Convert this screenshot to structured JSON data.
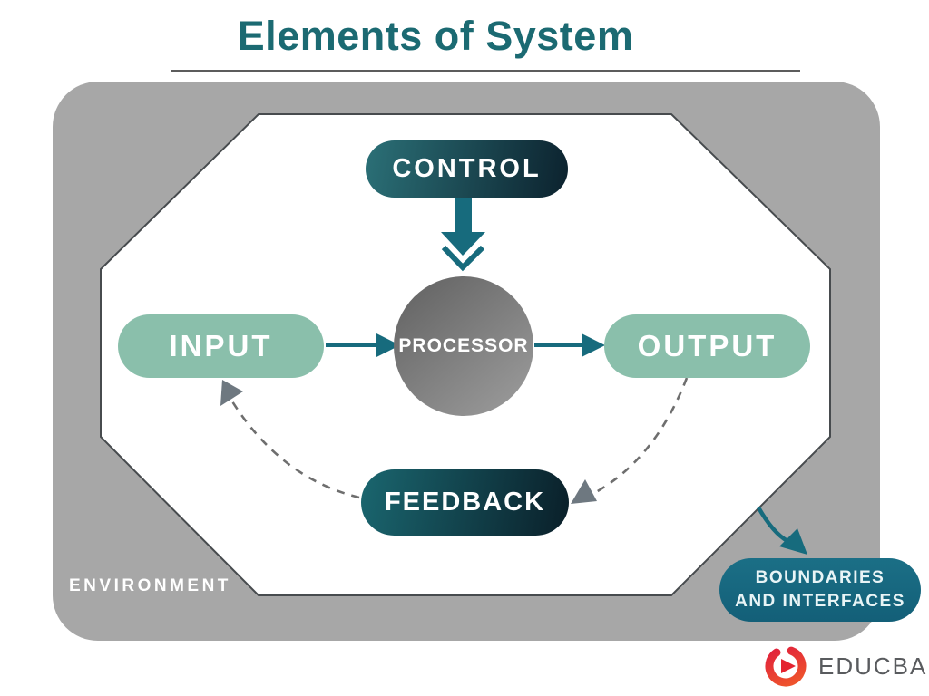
{
  "title": "Elements of System",
  "nodes": {
    "control": {
      "label": "CONTROL"
    },
    "input": {
      "label": "INPUT"
    },
    "processor": {
      "label": "PROCESSOR"
    },
    "output": {
      "label": "OUTPUT"
    },
    "feedback": {
      "label": "FEEDBACK"
    }
  },
  "environment": {
    "label": "ENVIRONMENT"
  },
  "boundaries": {
    "line1": "BOUNDARIES",
    "line2": "AND INTERFACES"
  },
  "flows": [
    {
      "from": "CONTROL",
      "to": "PROCESSOR",
      "style": "solid-thick-arrow"
    },
    {
      "from": "INPUT",
      "to": "PROCESSOR",
      "style": "solid-arrow"
    },
    {
      "from": "PROCESSOR",
      "to": "OUTPUT",
      "style": "solid-arrow"
    },
    {
      "from": "OUTPUT",
      "to": "FEEDBACK",
      "style": "dashed-curved-arrow"
    },
    {
      "from": "FEEDBACK",
      "to": "INPUT",
      "style": "dashed-curved-arrow"
    },
    {
      "from": "SYSTEM-BOUNDARY",
      "to": "BOUNDARIES AND INTERFACES",
      "style": "solid-arrow"
    }
  ],
  "logo": {
    "text": "EDUCBA"
  },
  "colors": {
    "title_teal": "#1b6a72",
    "arrow_teal": "#176b7d",
    "dark_pill_start": "#2b7077",
    "dark_pill_end": "#0c222e",
    "sage_pill": "#8abfab",
    "processor_gray_start": "#606060",
    "processor_gray_end": "#9e9e9e",
    "environment_gray": "#a7a7a7",
    "octagon_stroke": "#474b4e",
    "dashed_gray": "#6e6e6e",
    "dashed_arrowhead_gray": "#6e7880",
    "boundaries_pill": "#17687f",
    "logo_red": "#e42330",
    "logo_orange": "#f0582b",
    "logo_text_gray": "#595b5e"
  }
}
